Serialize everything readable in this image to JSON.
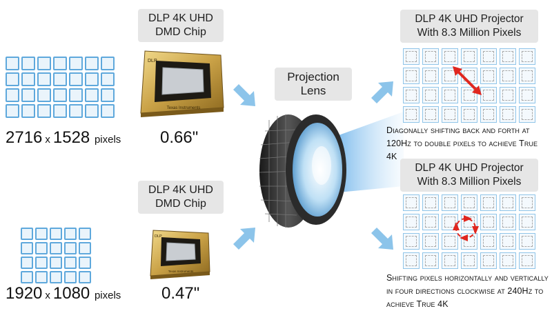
{
  "top_chip": {
    "label_line1": "DLP 4K UHD",
    "label_line2": "DMD Chip",
    "brand": "DLP",
    "maker": "Texas Instruments",
    "size": "0.66\""
  },
  "bottom_chip": {
    "label_line1": "DLP 4K UHD",
    "label_line2": "DMD Chip",
    "brand": "DLP",
    "maker": "Texas Instruments",
    "size": "0.47\""
  },
  "top_resolution": {
    "width": "2716",
    "times": "x",
    "height": "1528",
    "unit": "pixels"
  },
  "bottom_resolution": {
    "width": "1920",
    "times": "x",
    "height": "1080",
    "unit": "pixels"
  },
  "lens": {
    "label_line1": "Projection",
    "label_line2": "Lens"
  },
  "top_projector": {
    "title_line1": "DLP 4K UHD Projector",
    "title_line2": "With 8.3 Million Pixels",
    "caption_line1": "Diagonally shifting back and forth at",
    "caption_line2": "120Hz to double pixels to achieve True 4K"
  },
  "bottom_projector": {
    "title_line1": "DLP 4K UHD Projector",
    "title_line2": "With 8.3 Million Pixels",
    "caption_line1": "Shifting pixels horizontally and vertically",
    "caption_line2": "in four directions clockwise at 240Hz to",
    "caption_line3": "achieve True 4K"
  },
  "colors": {
    "pixel_blue": "#5ea8dc",
    "arrow_blue": "#8cc4ea",
    "shift_red": "#e0271f",
    "chip_gold": "#c9a24a"
  }
}
